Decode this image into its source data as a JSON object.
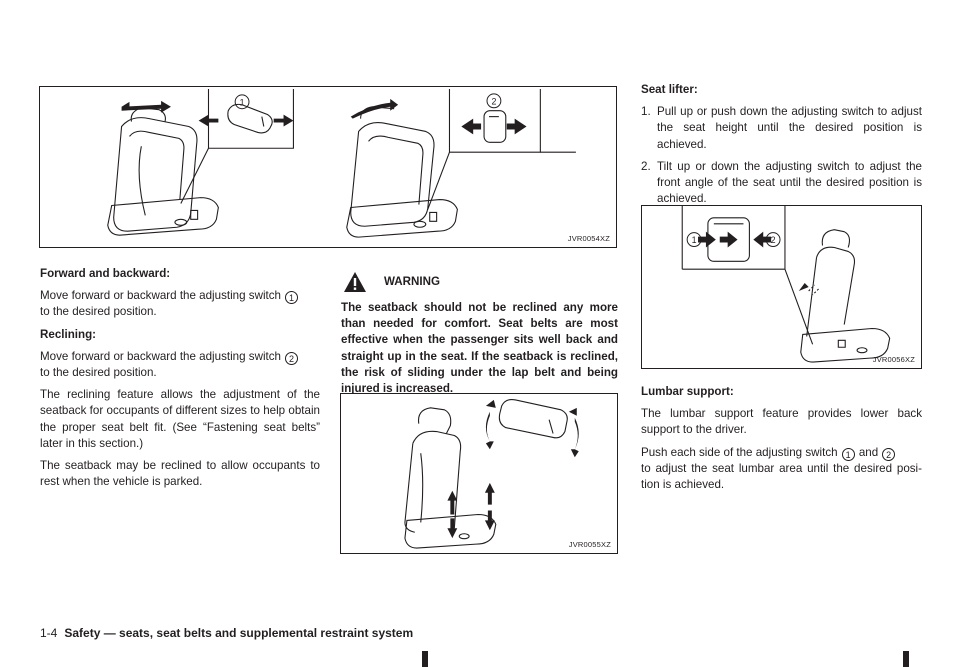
{
  "figures": {
    "seat_switches": {
      "code": "JVR0054XZ",
      "callouts": [
        "1",
        "2"
      ]
    },
    "reclining_seat": {
      "code": "JVR0055XZ"
    },
    "seat_lifter": {
      "code": "JVR0056XZ",
      "callouts": [
        "1",
        "2"
      ]
    }
  },
  "left": {
    "fwd_heading": "Forward and backward:",
    "fwd_text_a": "Move forward or backward the adjusting switch",
    "fwd_num": "1",
    "fwd_text_b": "to the desired position.",
    "recl_heading": "Reclining:",
    "recl_text_a": "Move forward or backward the adjusting switch",
    "recl_num": "2",
    "recl_text_b": "to the desired position.",
    "para1": "The reclining feature allows the adjustment of the seatback for occupants of different sizes to help obtain the proper seat belt fit. (See “Fastening seat belts” later in this section.)",
    "para2": "The seatback may be reclined to allow occupants to rest when the vehicle is parked."
  },
  "warning": {
    "title": "WARNING",
    "text": "The seatback should not be reclined any more than needed for comfort. Seat belts are most effective when the passenger sits well back and straight up in the seat. If the seatback is reclined, the risk of sliding under the lap belt and being injured is increased."
  },
  "right": {
    "lifter_heading": "Seat lifter:",
    "items": [
      {
        "num": "1.",
        "text": "Pull up or push down the adjusting switch to adjust the seat height until the desired position is achieved."
      },
      {
        "num": "2.",
        "text": "Tilt up or down the adjusting switch to adjust the front angle of the seat until the desired position is achieved."
      }
    ],
    "lumbar_heading": "Lumbar support:",
    "lumbar_p1": "The lumbar support feature provides lower back support to the driver.",
    "lumbar_p2_a": "Push each side of the adjusting switch",
    "lumbar_num1": "1",
    "lumbar_and": "and",
    "lumbar_num2": "2",
    "lumbar_p2_b": "to adjust the seat lumbar area until the desired posi-tion is achieved."
  },
  "footer": {
    "page": "1-4",
    "title": "Safety — seats, seat belts and supplemental restraint system"
  }
}
